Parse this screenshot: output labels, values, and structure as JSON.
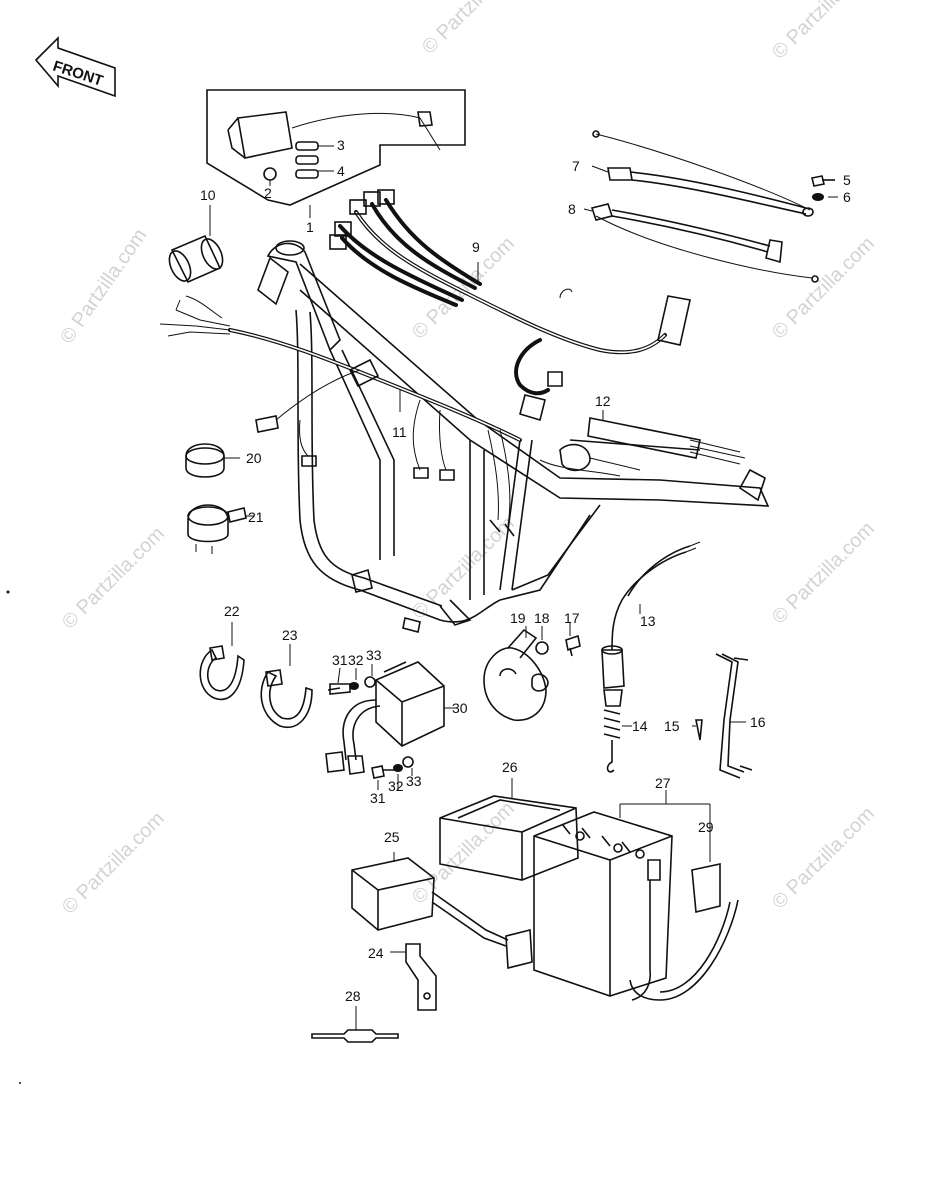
{
  "watermark": "© Partzilla.com",
  "front_arrow": "FRONT",
  "labels": {
    "p1": "1",
    "p2": "2",
    "p3": "3",
    "p4": "4",
    "p5": "5",
    "p6": "6",
    "p7": "7",
    "p8": "8",
    "p9": "9",
    "p10": "10",
    "p11": "11",
    "p12": "12",
    "p13": "13",
    "p14": "14",
    "p15": "15",
    "p16": "16",
    "p17": "17",
    "p18": "18",
    "p19": "19",
    "p20": "20",
    "p21": "21",
    "p22": "22",
    "p23": "23",
    "p24": "24",
    "p25": "25",
    "p26": "26",
    "p27": "27",
    "p28": "28",
    "p29": "29",
    "p30": "30",
    "p31": "31",
    "p32": "32",
    "p33": "33"
  }
}
